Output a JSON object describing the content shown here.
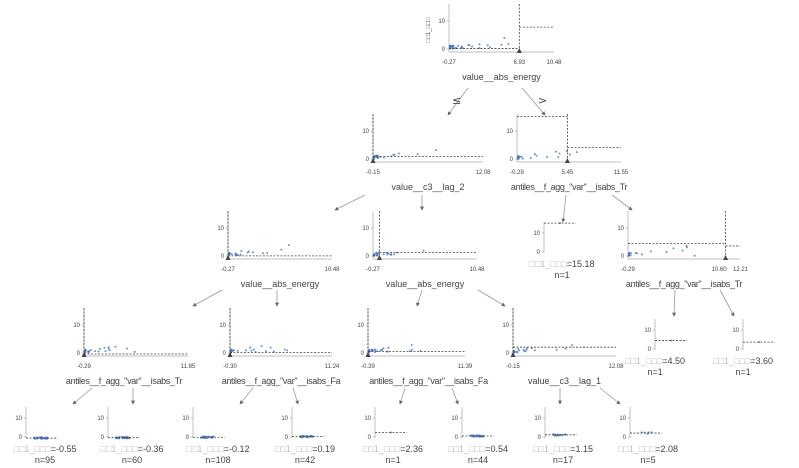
{
  "target_label": "□□1_□□□",
  "edge_labels": {
    "left": "≤",
    "right": ">"
  },
  "y_ticks": [
    "0",
    "10"
  ],
  "colors": {
    "points": "#4a76b8",
    "axis": "#cccccc",
    "split": "#444444",
    "text": "#444444"
  },
  "nodes": {
    "root": {
      "feature": "value__abs_energy",
      "xmin": "-0.27",
      "split": "6.93",
      "xmax": "10.48",
      "split_v": 6.93,
      "min_v": -0.27,
      "max_v": 10.48,
      "left_mean": 0.2,
      "right_mean": 7.8
    },
    "n1": {
      "feature": "value__c3__lag_2",
      "xmin": "-0.15",
      "split": "",
      "xmax": "12.08",
      "split_v": -0.15,
      "min_v": -0.15,
      "max_v": 12.08,
      "left_mean": 0.0,
      "right_mean": 0.9
    },
    "n2": {
      "feature": "antiles__f_agg_\"var\"__isabs_Tr",
      "xmin": "-0.29",
      "split": "5.45",
      "xmax": "11.55",
      "split_v": 5.45,
      "min_v": -0.29,
      "max_v": 11.55,
      "left_mean": 15.18,
      "right_mean": 4.05
    },
    "n3": {
      "feature": "value__abs_energy",
      "xmin": "-0.27",
      "split": "",
      "xmax": "10.48",
      "split_v": -0.27,
      "min_v": -0.27,
      "max_v": 10.48,
      "left_mean": -0.4,
      "right_mean": 0.05
    },
    "n4": {
      "feature": "value__abs_energy",
      "xmin": "-0.27",
      "split": "",
      "xmax": "10.48",
      "split_v": 0.4,
      "min_v": -0.27,
      "max_v": 10.48,
      "left_mean": 0.0,
      "right_mean": 1.2
    },
    "n6": {
      "feature": "antiles__f_agg_\"var\"__isabs_Tr",
      "xmin": "-0.29",
      "split": "10.60",
      "xmax": "12.21",
      "split_v": 10.6,
      "min_v": -0.29,
      "max_v": 12.21,
      "left_mean": 4.5,
      "right_mean": 3.6
    },
    "n7": {
      "feature": "antiles__f_agg_\"var\"__isabs_Tr",
      "xmin": "-0.29",
      "split": "",
      "xmax": "11.85",
      "split_v": -0.29,
      "min_v": -0.29,
      "max_v": 11.85,
      "left_mean": -0.55,
      "right_mean": -0.36
    },
    "n8": {
      "feature": "antiles__f_agg_\"var\"__isabs_Fa",
      "xmin": "-0.30",
      "split": "",
      "xmax": "11.24",
      "split_v": -0.3,
      "min_v": -0.3,
      "max_v": 11.24,
      "left_mean": -0.12,
      "right_mean": 0.19
    },
    "n9": {
      "feature": "antiles__f_agg_\"var\"__isabs_Fa",
      "xmin": "-0.39",
      "split": "",
      "xmax": "11.39",
      "split_v": -0.39,
      "min_v": -0.39,
      "max_v": 11.39,
      "left_mean": 2.36,
      "right_mean": 0.54
    },
    "n10": {
      "feature": "value__c3__lag_1",
      "xmin": "-0.15",
      "split": "",
      "xmax": "12.08",
      "split_v": -0.15,
      "min_v": -0.15,
      "max_v": 12.08,
      "left_mean": 1.15,
      "right_mean": 2.08
    }
  },
  "leaves": {
    "l5": {
      "value": "=15.18",
      "v": 15.18,
      "n": "n=1"
    },
    "l11": {
      "value": "=4.50",
      "v": 4.5,
      "n": "n=1"
    },
    "l12": {
      "value": "=3.60",
      "v": 3.6,
      "n": "n=1"
    },
    "a": {
      "value": "=-0.55",
      "v": -0.55,
      "n": "n=95"
    },
    "b": {
      "value": "=-0.36",
      "v": -0.36,
      "n": "n=60"
    },
    "c": {
      "value": "=-0.12",
      "v": -0.12,
      "n": "n=108"
    },
    "d": {
      "value": "=0.19",
      "v": 0.19,
      "n": "n=42"
    },
    "e": {
      "value": "=2.36",
      "v": 2.36,
      "n": "n=1"
    },
    "f": {
      "value": "=0.54",
      "v": 0.54,
      "n": "n=44"
    },
    "g": {
      "value": "=1.15",
      "v": 1.15,
      "n": "n=17"
    },
    "h": {
      "value": "=2.08",
      "v": 2.08,
      "n": "n=5"
    }
  }
}
